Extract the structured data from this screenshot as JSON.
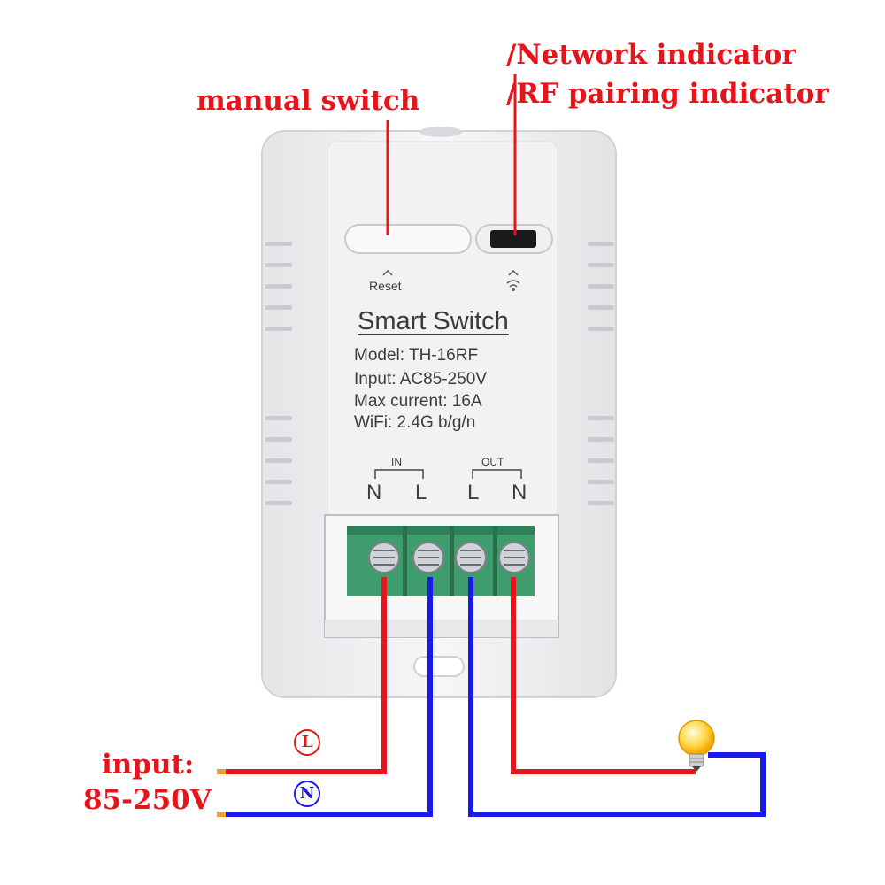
{
  "callouts": {
    "manual_switch": "manual switch",
    "network_indicator": "/Network indicator",
    "rf_pairing_indicator": "/RF pairing indicator",
    "input_label": "input:",
    "input_voltage": "85-250V"
  },
  "device": {
    "reset_label": "Reset",
    "title": "Smart Switch",
    "specs": {
      "model": "Model: TH-16RF",
      "input": "Input: AC85-250V",
      "max_current": "Max current: 16A",
      "wifi": "WiFi: 2.4G b/g/n"
    },
    "terminal_groups": {
      "in": "IN",
      "out": "OUT"
    },
    "terminals": [
      "N",
      "L",
      "L",
      "N"
    ]
  },
  "wires": {
    "live_symbol": "L",
    "neutral_symbol": "N"
  },
  "colors": {
    "live": "#e8141c",
    "neutral": "#1a1ae8",
    "callout": "#e8141c",
    "terminal_block": "#3f9c6c"
  },
  "icons": [
    "wifi-icon",
    "lightbulb-icon"
  ]
}
